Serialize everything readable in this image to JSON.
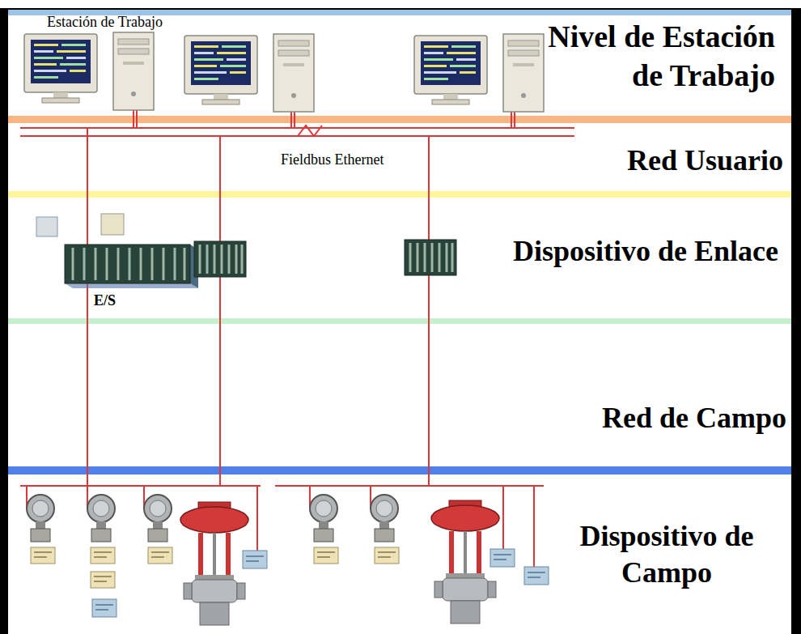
{
  "diagram": {
    "labels": [
      "Estación de Trabajo",
      "Nivel de Estación de Trabajo",
      "Red Usuario",
      "Fieldbus Ethernet",
      "Dispositivo de Enlace",
      "E/S",
      "Red de Campo",
      "Dispositivo de Campo"
    ]
  }
}
